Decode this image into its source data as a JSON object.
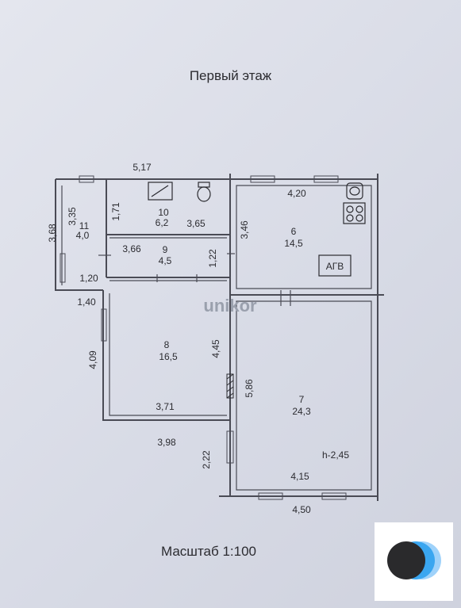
{
  "title": "Первый этаж",
  "scale_text": "Масштаб 1:100",
  "watermark": "unikor",
  "agv_label": "АГВ",
  "rooms": [
    {
      "id": "room-11",
      "number": "11",
      "area": "4,0"
    },
    {
      "id": "room-10",
      "number": "10",
      "area": "6,2"
    },
    {
      "id": "room-9",
      "number": "9",
      "area": "4,5"
    },
    {
      "id": "room-6",
      "number": "6",
      "area": "14,5"
    },
    {
      "id": "room-8",
      "number": "8",
      "area": "16,5"
    },
    {
      "id": "room-7",
      "number": "7",
      "area": "24,3"
    }
  ],
  "dimensions": {
    "top_5_17": "5,17",
    "kitchen_4_20": "4,20",
    "room11_3_35": "3,35",
    "left_3_68": "3,68",
    "room10_1_71": "1,71",
    "room10_3_65": "3,65",
    "kitchen_3_46": "3,46",
    "room9_3_66": "3,66",
    "room9_1_22": "1,22",
    "room11_1_20": "1,20",
    "left_1_40": "1,40",
    "room8_4_09": "4,09",
    "room8_4_45": "4,45",
    "room7_5_86": "5,86",
    "room8_3_71": "3,71",
    "room8_3_98": "3,98",
    "bottom_2_22": "2,22",
    "room7_4_15": "4,15",
    "bottom_4_50": "4,50",
    "height_h_2_45": "h-2,45"
  },
  "colors": {
    "wall": "#4a4b55",
    "logo_dark": "#2a2a2c",
    "logo_blue": "#3aa6f0",
    "logo_light": "#9fd2fa"
  }
}
